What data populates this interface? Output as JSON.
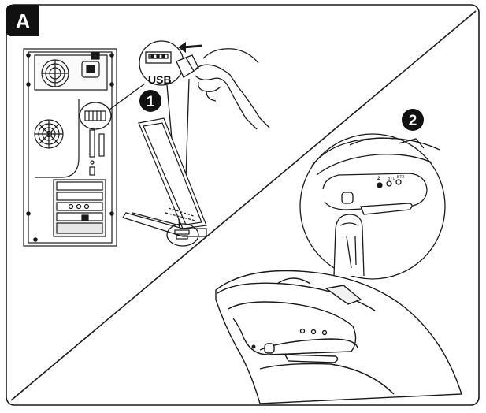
{
  "panel_label": "A",
  "steps": {
    "one": "1",
    "two": "2"
  },
  "usb_label": "USB",
  "mouse_button_labels": {
    "left": "2",
    "mid": "BT1",
    "right": "BT2"
  },
  "colors": {
    "line": "#1a1a1a",
    "badge_fill": "#111111",
    "badge_text": "#ffffff",
    "light_fill": "#f2f2f2",
    "mid_fill": "#d9d9d9"
  }
}
